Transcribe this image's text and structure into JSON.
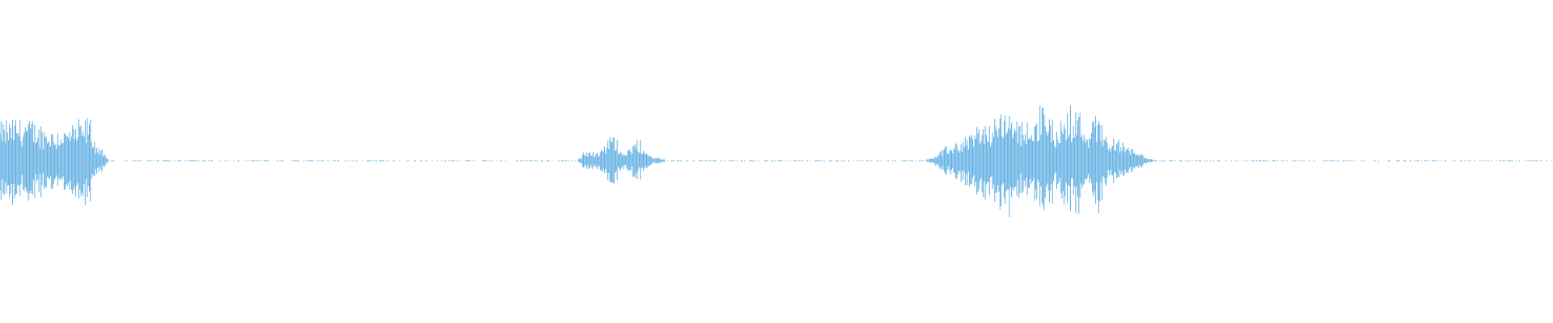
{
  "waveform": {
    "color": "#5dade2",
    "background": "#ffffff",
    "duration_fraction_scale": "normalized",
    "segments": [
      {
        "start": 0.0,
        "end": 0.07,
        "peak": 0.82,
        "shape": "tail"
      },
      {
        "start": 0.372,
        "end": 0.428,
        "peak": 0.5,
        "shape": "bump"
      },
      {
        "start": 0.597,
        "end": 0.742,
        "peak": 1.0,
        "shape": "burst"
      }
    ],
    "silence_dots": true
  }
}
